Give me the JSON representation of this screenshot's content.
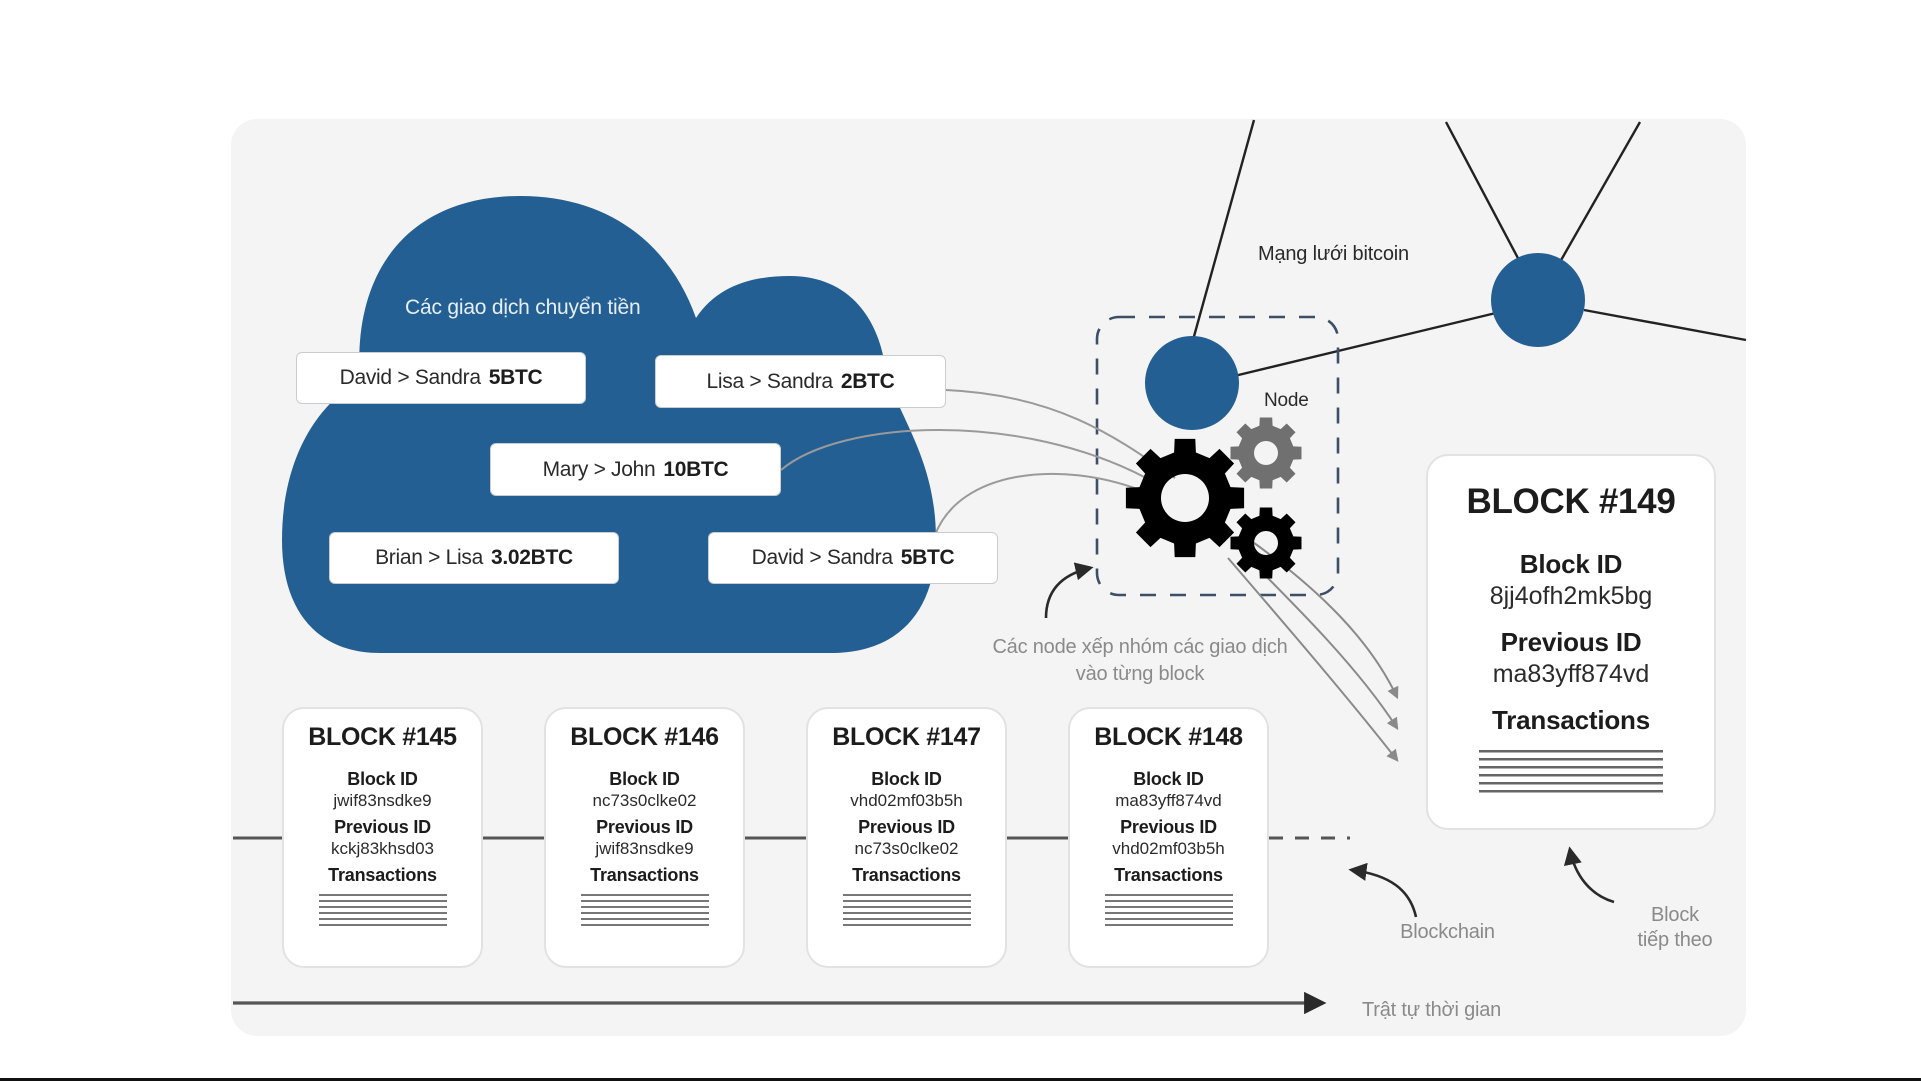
{
  "diagram": {
    "colors": {
      "panel_bg": "#f4f4f4",
      "cloud": "#245f93",
      "node": "#245f93",
      "gear_primary": "#000000",
      "gear_secondary": "#707070",
      "caption_text": "#8a8a8a"
    },
    "cloud": {
      "title": "Các giao dịch chuyển tiền",
      "transactions": [
        {
          "text": "David > Sandra",
          "amount": "5BTC"
        },
        {
          "text": "Lisa > Sandra",
          "amount": "2BTC"
        },
        {
          "text": "Mary > John",
          "amount": "10BTC"
        },
        {
          "text": "Brian > Lisa",
          "amount": "3.02BTC"
        },
        {
          "text": "David > Sandra",
          "amount": "5BTC"
        }
      ]
    },
    "network": {
      "label": "Mạng lưới bitcoin",
      "node_label": "Node",
      "node_caption_line1": "Các node xếp nhóm các giao dịch",
      "node_caption_line2": "vào từng block"
    },
    "blockchain": {
      "blocks": [
        {
          "title": "BLOCK #145",
          "block_id_label": "Block ID",
          "block_id": "jwif83nsdke9",
          "prev_id_label": "Previous ID",
          "prev_id": "kckj83khsd03",
          "tx_label": "Transactions"
        },
        {
          "title": "BLOCK #146",
          "block_id_label": "Block ID",
          "block_id": "nc73s0clke02",
          "prev_id_label": "Previous ID",
          "prev_id": "jwif83nsdke9",
          "tx_label": "Transactions"
        },
        {
          "title": "BLOCK #147",
          "block_id_label": "Block ID",
          "block_id": "vhd02mf03b5h",
          "prev_id_label": "Previous ID",
          "prev_id": "nc73s0clke02",
          "tx_label": "Transactions"
        },
        {
          "title": "BLOCK #148",
          "block_id_label": "Block ID",
          "block_id": "ma83yff874vd",
          "prev_id_label": "Previous ID",
          "prev_id": "vhd02mf03b5h",
          "tx_label": "Transactions"
        }
      ],
      "next_block": {
        "title": "BLOCK #149",
        "block_id_label": "Block ID",
        "block_id": "8jj4ofh2mk5bg",
        "prev_id_label": "Previous ID",
        "prev_id": "ma83yff874vd",
        "tx_label": "Transactions"
      },
      "blockchain_label": "Blockchain",
      "next_block_label_line1": "Block",
      "next_block_label_line2": "tiếp theo",
      "time_label": "Trật tự thời gian"
    }
  }
}
